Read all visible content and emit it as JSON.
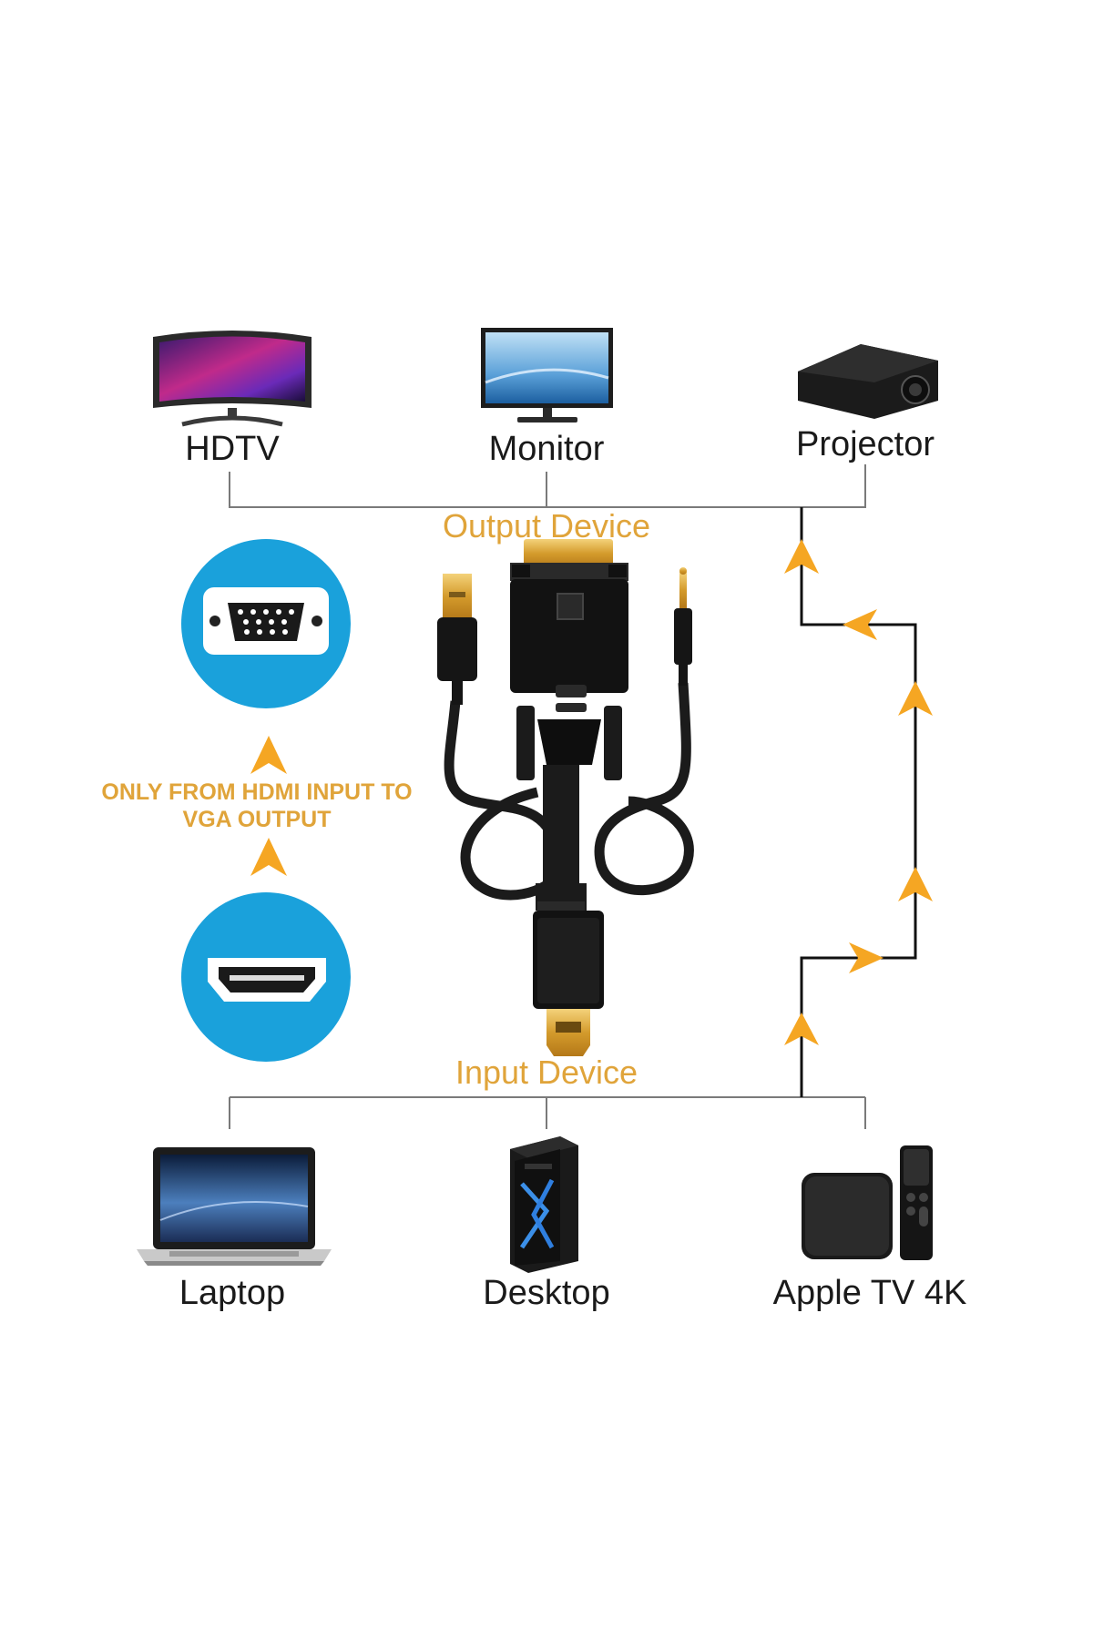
{
  "output_section": {
    "label": "Output Device",
    "devices": [
      {
        "label": "HDTV",
        "icon": "curved-tv-icon"
      },
      {
        "label": "Monitor",
        "icon": "monitor-icon"
      },
      {
        "label": "Projector",
        "icon": "projector-icon"
      }
    ]
  },
  "input_section": {
    "label": "Input Device",
    "devices": [
      {
        "label": "Laptop",
        "icon": "laptop-icon"
      },
      {
        "label": "Desktop",
        "icon": "desktop-tower-icon"
      },
      {
        "label": "Apple TV 4K",
        "icon": "apple-tv-icon"
      }
    ]
  },
  "note": {
    "line1": "ONLY FROM HDMI INPUT TO",
    "line2": "VGA OUTPUT"
  },
  "badges": {
    "top": "vga-port-icon",
    "bottom": "hdmi-port-icon"
  },
  "colors": {
    "accent": "#e0a43a",
    "arrow": "#f5a623",
    "badge": "#1aa1db",
    "line": "#7a7a7a"
  }
}
